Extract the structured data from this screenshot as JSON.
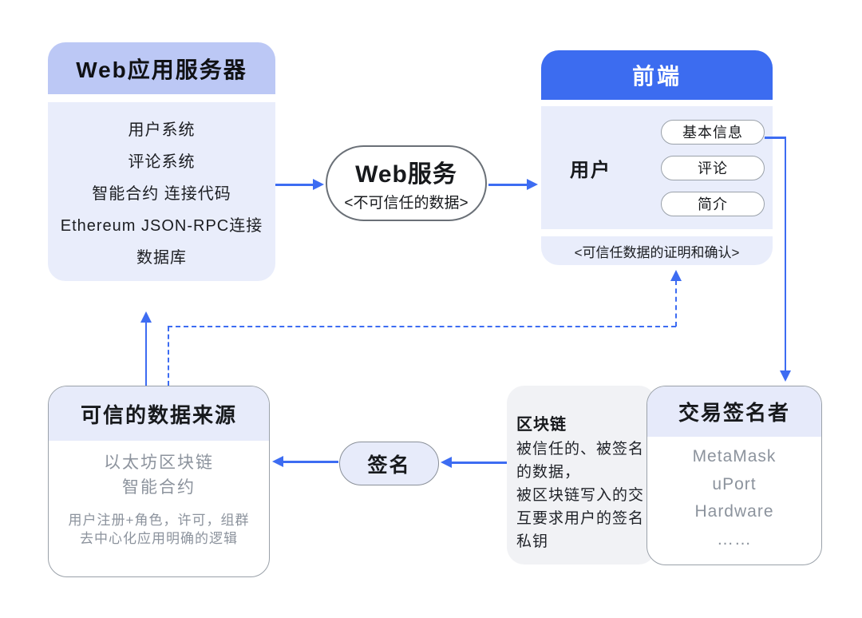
{
  "colors": {
    "accent_blue": "#3c6cf0",
    "arrow_blue": "#3d6cf2",
    "periwinkle_header": "#bcc8f5",
    "lavender_body": "#e9edfb",
    "pale_lavender": "#e7ebfa",
    "gray_panel": "#f1f2f5",
    "gray_text": "#8c939d"
  },
  "boxes": {
    "web_server": {
      "title": "Web应用服务器",
      "items": [
        "用户系统",
        "评论系统",
        "智能合约 连接代码",
        "Ethereum JSON-RPC连接",
        "数据库"
      ]
    },
    "web_service": {
      "title": "Web服务",
      "subtitle": "<不可信任的数据>"
    },
    "frontend": {
      "title": "前端",
      "user_label": "用户",
      "pills": [
        "基本信息",
        "评论",
        "简介"
      ],
      "footer": "<可信任数据的证明和确认>"
    },
    "trusted_source": {
      "title": "可信的数据来源",
      "primary": [
        "以太坊区块链",
        "智能合约"
      ],
      "secondary": [
        "用户注册+角色，许可，组群",
        "去中心化应用明确的逻辑"
      ]
    },
    "sign": {
      "title": "签名"
    },
    "blockchain": {
      "title": "区块链",
      "lines": [
        "被信任的、被签名",
        "的数据，",
        "被区块链写入的交",
        "互要求用户的签名",
        "私钥"
      ]
    },
    "tx_signer": {
      "title": "交易签名者",
      "items": [
        "MetaMask",
        "uPort",
        "Hardware",
        "……"
      ]
    }
  }
}
